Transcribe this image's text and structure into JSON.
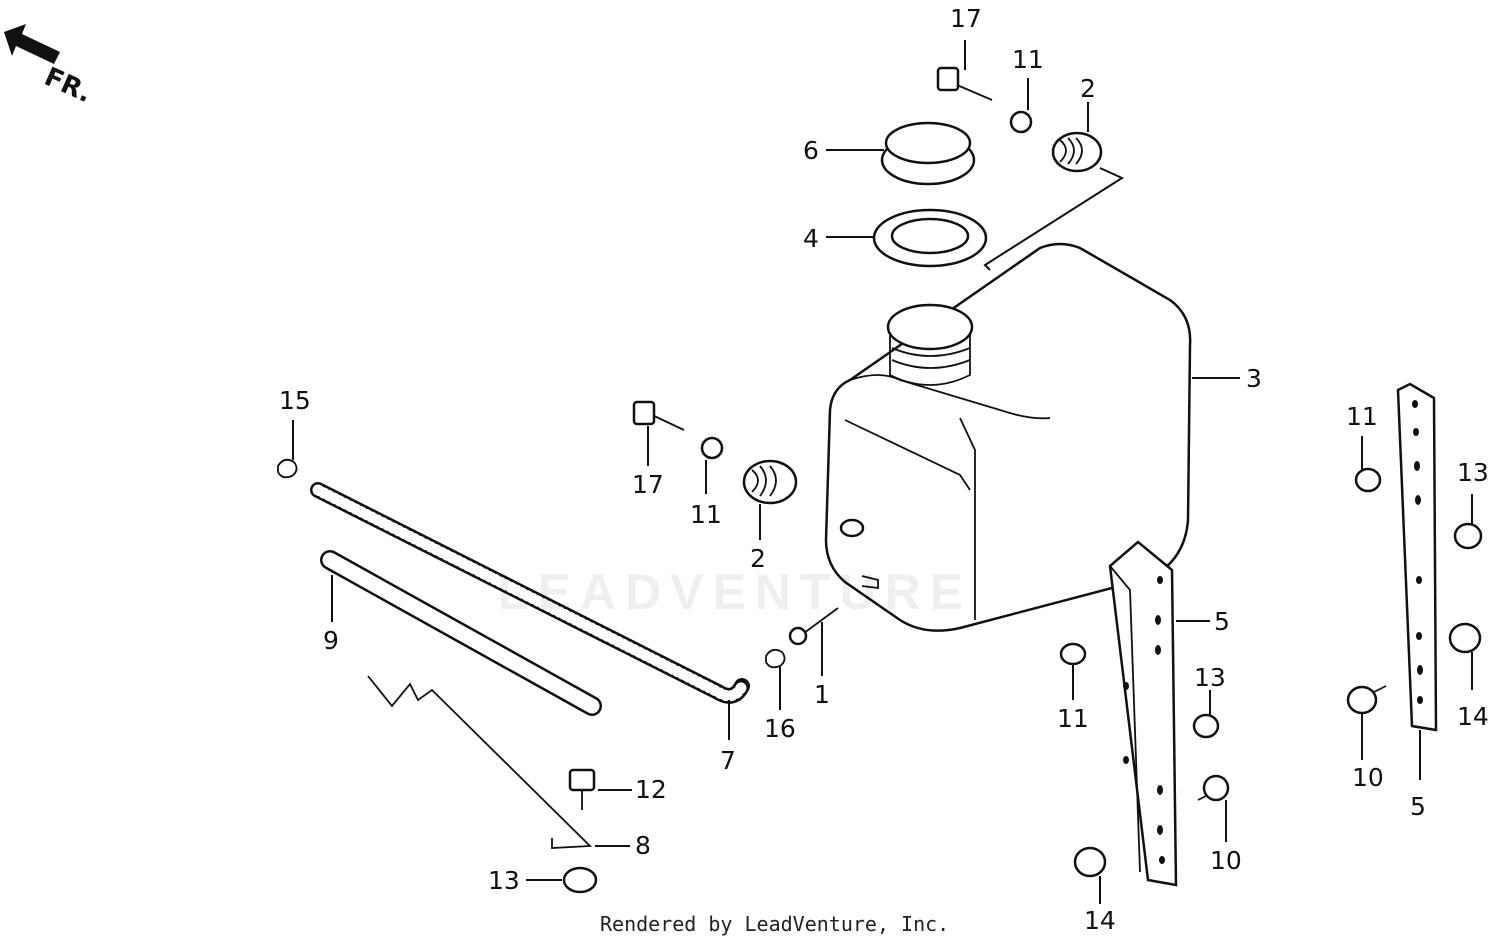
{
  "direction_label": "FR.",
  "watermark": "LEADVENTURE",
  "footer": "Rendered by LeadVenture, Inc.",
  "callouts": [
    {
      "id": "c17a",
      "text": "17"
    },
    {
      "id": "c11a",
      "text": "11"
    },
    {
      "id": "c2a",
      "text": "2"
    },
    {
      "id": "c6",
      "text": "6"
    },
    {
      "id": "c4",
      "text": "4"
    },
    {
      "id": "c3",
      "text": "3"
    },
    {
      "id": "c15",
      "text": "15"
    },
    {
      "id": "c17b",
      "text": "17"
    },
    {
      "id": "c11b",
      "text": "11"
    },
    {
      "id": "c2b",
      "text": "2"
    },
    {
      "id": "c9",
      "text": "9"
    },
    {
      "id": "c7",
      "text": "7"
    },
    {
      "id": "c16",
      "text": "16"
    },
    {
      "id": "c1",
      "text": "1"
    },
    {
      "id": "c12",
      "text": "12"
    },
    {
      "id": "c8",
      "text": "8"
    },
    {
      "id": "c13a",
      "text": "13"
    },
    {
      "id": "c5a",
      "text": "5"
    },
    {
      "id": "c11c",
      "text": "11"
    },
    {
      "id": "c13b",
      "text": "13"
    },
    {
      "id": "c10a",
      "text": "10"
    },
    {
      "id": "c14a",
      "text": "14"
    },
    {
      "id": "c11d",
      "text": "11"
    },
    {
      "id": "c13c",
      "text": "13"
    },
    {
      "id": "c14b",
      "text": "14"
    },
    {
      "id": "c10b",
      "text": "10"
    },
    {
      "id": "c5b",
      "text": "5"
    }
  ]
}
